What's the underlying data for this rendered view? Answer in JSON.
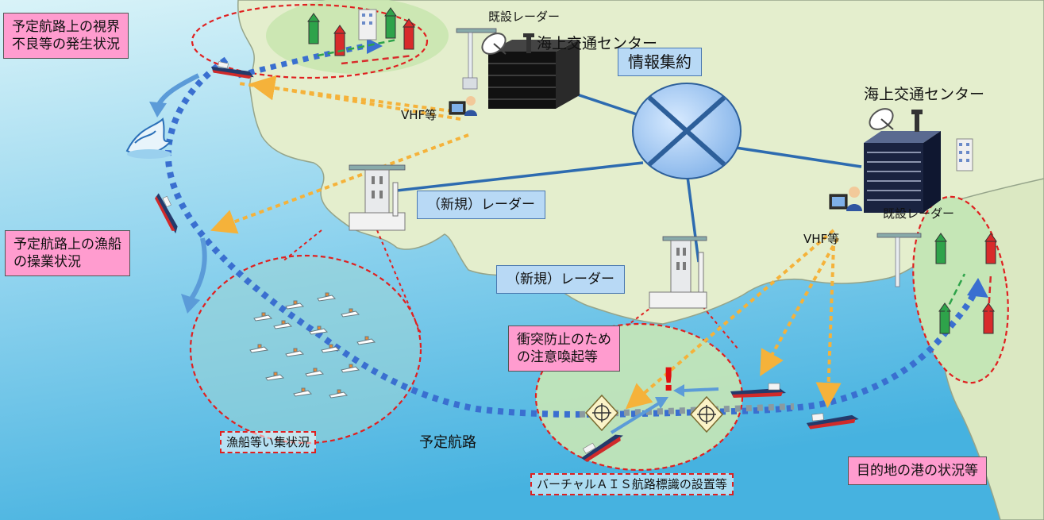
{
  "labels": {
    "existing_radar_top": "既設レーダー",
    "center_top": "海上交通センター",
    "center_right": "海上交通センター",
    "existing_radar_right": "既設レーダー",
    "info_hub": "情報集約",
    "vhf_left": "VHF等",
    "vhf_right": "VHF等",
    "new_radar_1": "（新規）レーダー",
    "new_radar_2": "（新規）レーダー",
    "visibility_status": [
      "予定航路上の視界",
      "不良等の発生状況"
    ],
    "fishing_ops": [
      "予定航路上の漁船",
      "の操業状況"
    ],
    "collision_alert": [
      "衝突防止のため",
      "の注意喚起等"
    ],
    "destination_port": "目的地の港の状況等",
    "fishing_cluster": "漁船等い集状況",
    "planned_route": "予定航路",
    "virtual_ais": "バーチャルＡＩＳ航路標識の設置等",
    "alert_mark": "!"
  },
  "colors": {
    "sea_top": "#cfeef6",
    "sea_bottom": "#4fb8e3",
    "land": "#e6efcf",
    "land_edge": "#8a9a7a",
    "route_blue": "#3a6fd0",
    "info_yellow": "#f5b23a",
    "link_blue": "#2d6bb0",
    "red_dash": "#e02020",
    "pink": "#ff9ccf"
  }
}
